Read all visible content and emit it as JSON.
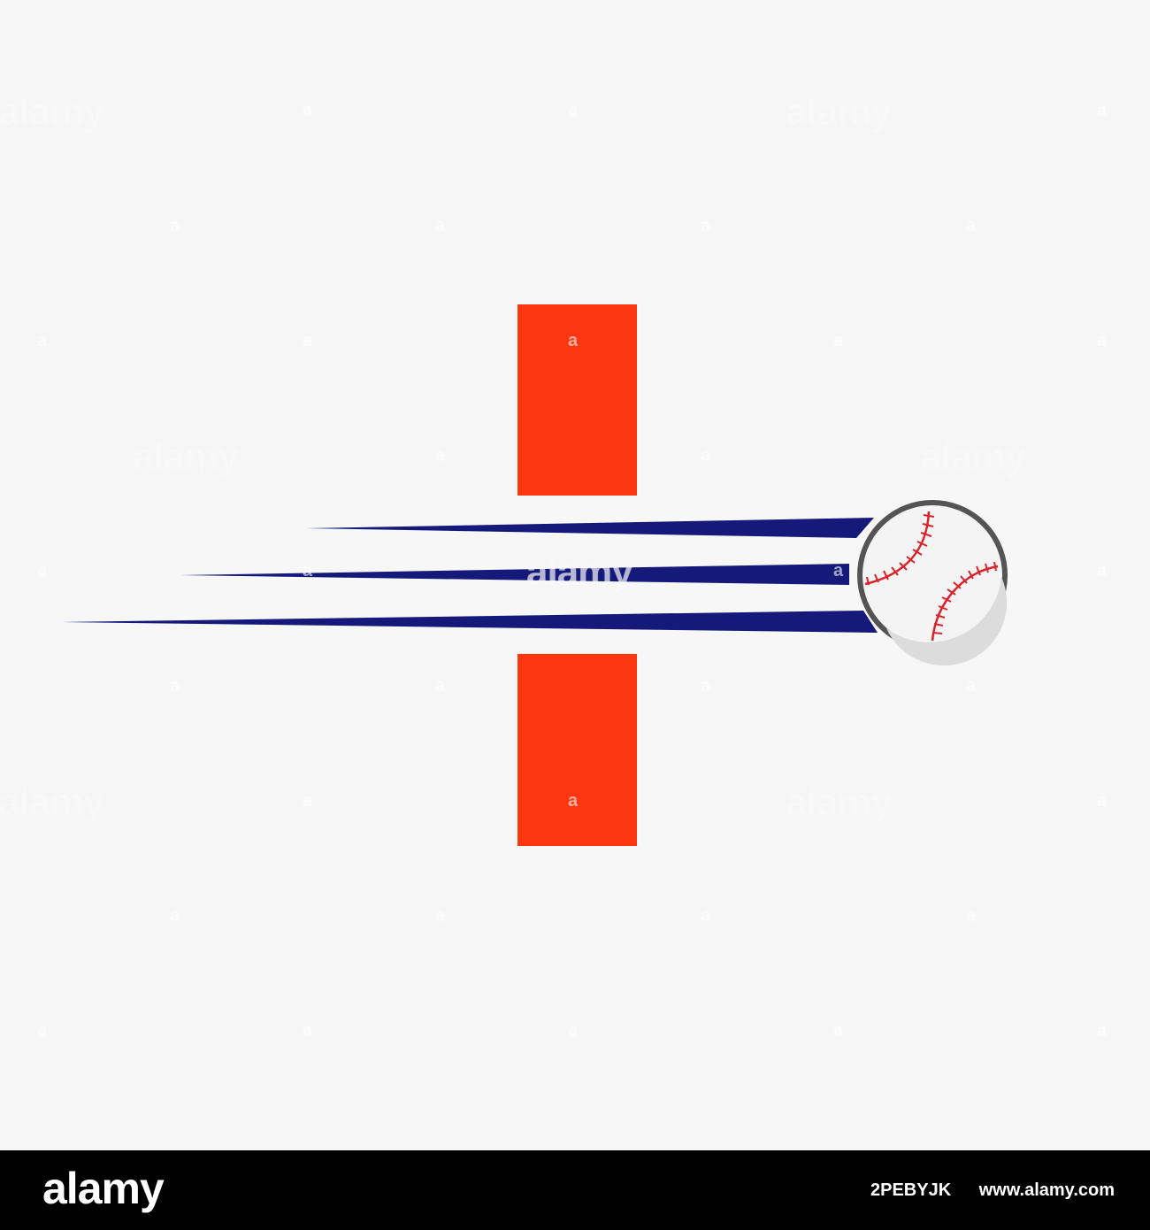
{
  "logo": {
    "colors": {
      "background": "#f7f7f8",
      "letter": "#ff360f",
      "speed_lines": "#151a7a",
      "ball_outline": "#545454",
      "ball_fill": "#f4f4f4",
      "ball_shade": "#dcdcdc",
      "stitches": "#d8232a"
    },
    "icons": [
      "letter-i-mark",
      "speed-lines",
      "baseball-icon"
    ]
  },
  "watermark": {
    "text": "alamy",
    "small_text": "a"
  },
  "footer": {
    "brand": "alamy",
    "image_id": "2PEBYJK",
    "url": "www.alamy.com"
  }
}
